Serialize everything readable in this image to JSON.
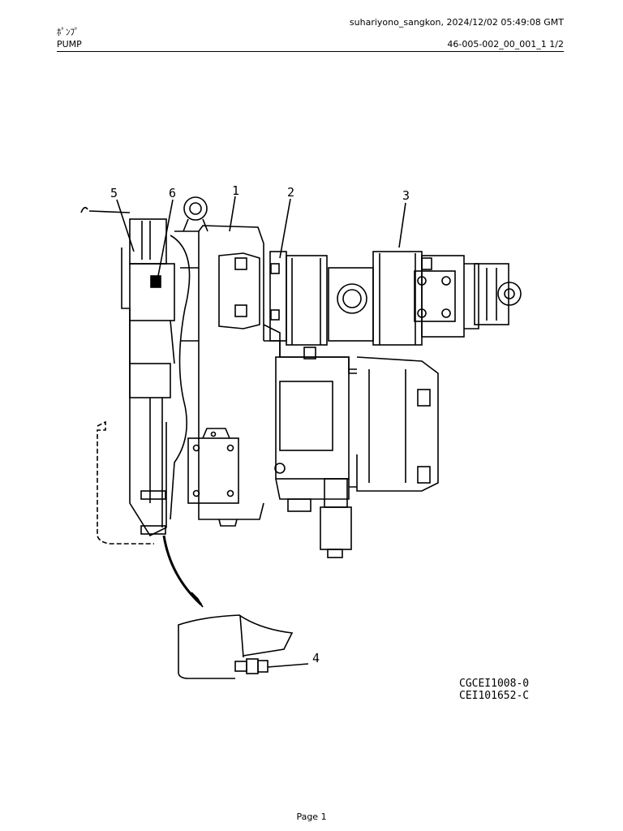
{
  "header": {
    "user_stamp": "suhariyono_sangkon, 2024/12/02 05:49:08 GMT",
    "title_jp": "ﾎﾟﾝﾌﾟ",
    "title_en": "PUMP",
    "doc_ref": "46-005-002_00_001_1  1/2"
  },
  "drawing": {
    "callouts": [
      "5",
      "6",
      "1",
      "2",
      "3",
      "4"
    ],
    "codes": [
      "CGCEI1008-0",
      "CEI101652-C"
    ]
  },
  "footer": {
    "page_label": "Page 1"
  }
}
